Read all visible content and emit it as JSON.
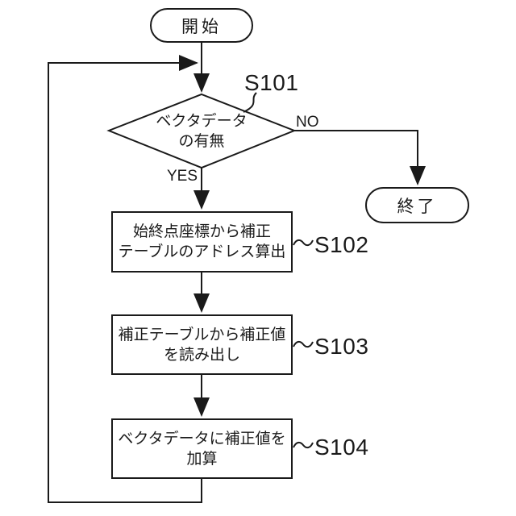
{
  "flowchart": {
    "start": {
      "label": "開始"
    },
    "decision": {
      "step": "S101",
      "label": "ベクタデータ\nの有無",
      "yes_label": "YES",
      "no_label": "NO"
    },
    "terminate": {
      "label": "終了"
    },
    "steps": [
      {
        "id": "S102",
        "label": "始終点座標から補正\nテーブルのアドレス算出"
      },
      {
        "id": "S103",
        "label": "補正テーブルから補正値\nを読み出し"
      },
      {
        "id": "S104",
        "label": "ベクタデータに補正値を\n加算"
      }
    ],
    "colors": {
      "line": "#1a1a1a",
      "background": "#ffffff"
    }
  }
}
